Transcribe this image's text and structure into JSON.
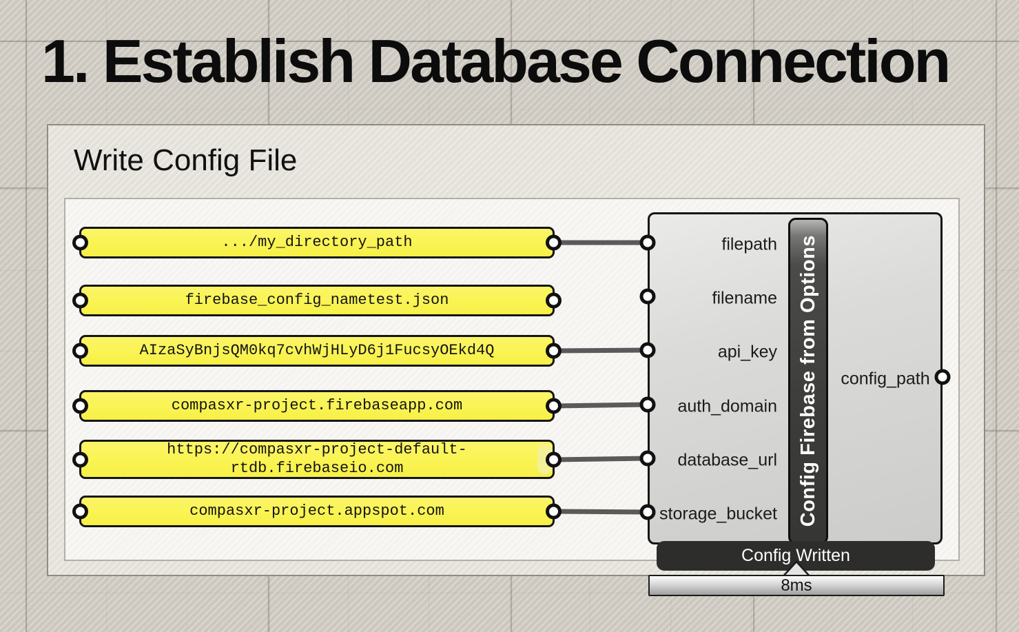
{
  "title": "1. Establish Database Connection",
  "group": {
    "label": "Write Config File"
  },
  "panels": [
    {
      "text": ".../my_directory_path"
    },
    {
      "text": "firebase_config_nametest.json"
    },
    {
      "text": "AIzaSyBnjsQM0kq7cvhWjHLyD6j1FucsyOEkd4Q"
    },
    {
      "text": "compasxr-project.firebaseapp.com"
    },
    {
      "text": "https://compasxr-project-default-rtdb.firebaseio.com"
    },
    {
      "text": "compasxr-project.appspot.com"
    }
  ],
  "component": {
    "name": "Config Firebase from Options",
    "inputs": [
      "filepath",
      "filename",
      "api_key",
      "auth_domain",
      "database_url",
      "storage_bucket"
    ],
    "output": "config_path",
    "status_message": "Config Written",
    "runtime": "8ms"
  },
  "colors": {
    "canvas_bg": "#ccc8bf",
    "panel_yellow": "#faf456",
    "component_gray": "#d6d6d4",
    "name_bar_dark": "#3c3c3a",
    "status_bubble": "#2d2d2b",
    "wire": "#5a5a5a"
  }
}
